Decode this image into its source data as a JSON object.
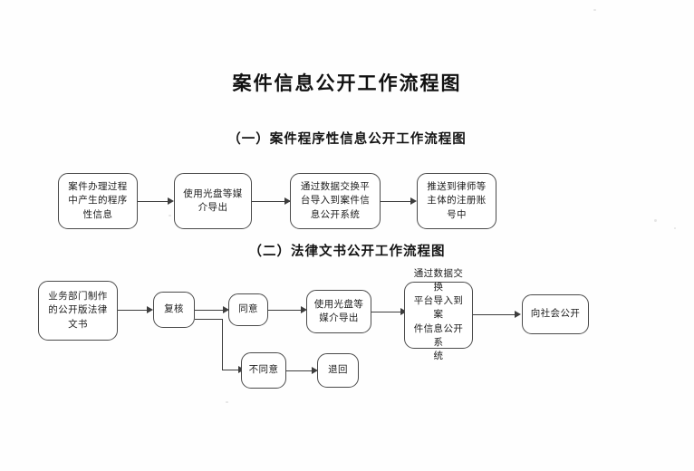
{
  "document": {
    "title": "案件信息公开工作流程图",
    "section_one": {
      "subtitle": "（一）案件程序性信息公开工作流程图",
      "nodes": [
        {
          "id": "s1-n1",
          "label": "案件办理过程\n中产生的程序\n性信息"
        },
        {
          "id": "s1-n2",
          "label": "使用光盘等媒\n介导出"
        },
        {
          "id": "s1-n3",
          "label": "通过数据交换平\n台导入到案件信\n息公开系统"
        },
        {
          "id": "s1-n4",
          "label": "推送到律师等\n主体的注册账\n号中"
        }
      ],
      "edges": [
        {
          "from": "s1-n1",
          "to": "s1-n2",
          "label": ""
        },
        {
          "from": "s1-n2",
          "to": "s1-n3",
          "label": ""
        },
        {
          "from": "s1-n3",
          "to": "s1-n4",
          "label": ""
        }
      ]
    },
    "section_two": {
      "subtitle": "（二）法律文书公开工作流程图",
      "nodes": [
        {
          "id": "s2-n1",
          "label": "业务部门制作\n的公开版法律\n文书"
        },
        {
          "id": "s2-n2",
          "label": "复核"
        },
        {
          "id": "s2-n3",
          "label": "同意"
        },
        {
          "id": "s2-n4",
          "label": "使用光盘等\n媒介导出"
        },
        {
          "id": "s2-n5",
          "label": "通过数据交换\n平台导入到案\n件信息公开系\n统"
        },
        {
          "id": "s2-n6",
          "label": "向社会公开"
        },
        {
          "id": "s2-n7",
          "label": "不同意"
        },
        {
          "id": "s2-n8",
          "label": "退回"
        }
      ],
      "edges": [
        {
          "from": "s2-n1",
          "to": "s2-n2",
          "label": ""
        },
        {
          "from": "s2-n2",
          "to": "s2-n3",
          "label": ""
        },
        {
          "from": "s2-n3",
          "to": "s2-n4",
          "label": ""
        },
        {
          "from": "s2-n4",
          "to": "s2-n5",
          "label": ""
        },
        {
          "from": "s2-n5",
          "to": "s2-n6",
          "label": ""
        },
        {
          "from": "s2-n2",
          "to": "s2-n7",
          "label": ""
        },
        {
          "from": "s2-n7",
          "to": "s2-n8",
          "label": ""
        }
      ]
    }
  },
  "colors": {
    "page_background": "#fefefe",
    "box_border": "#4a4a4a",
    "connector": "#3d3d3d",
    "text": "#1a1a1a"
  }
}
